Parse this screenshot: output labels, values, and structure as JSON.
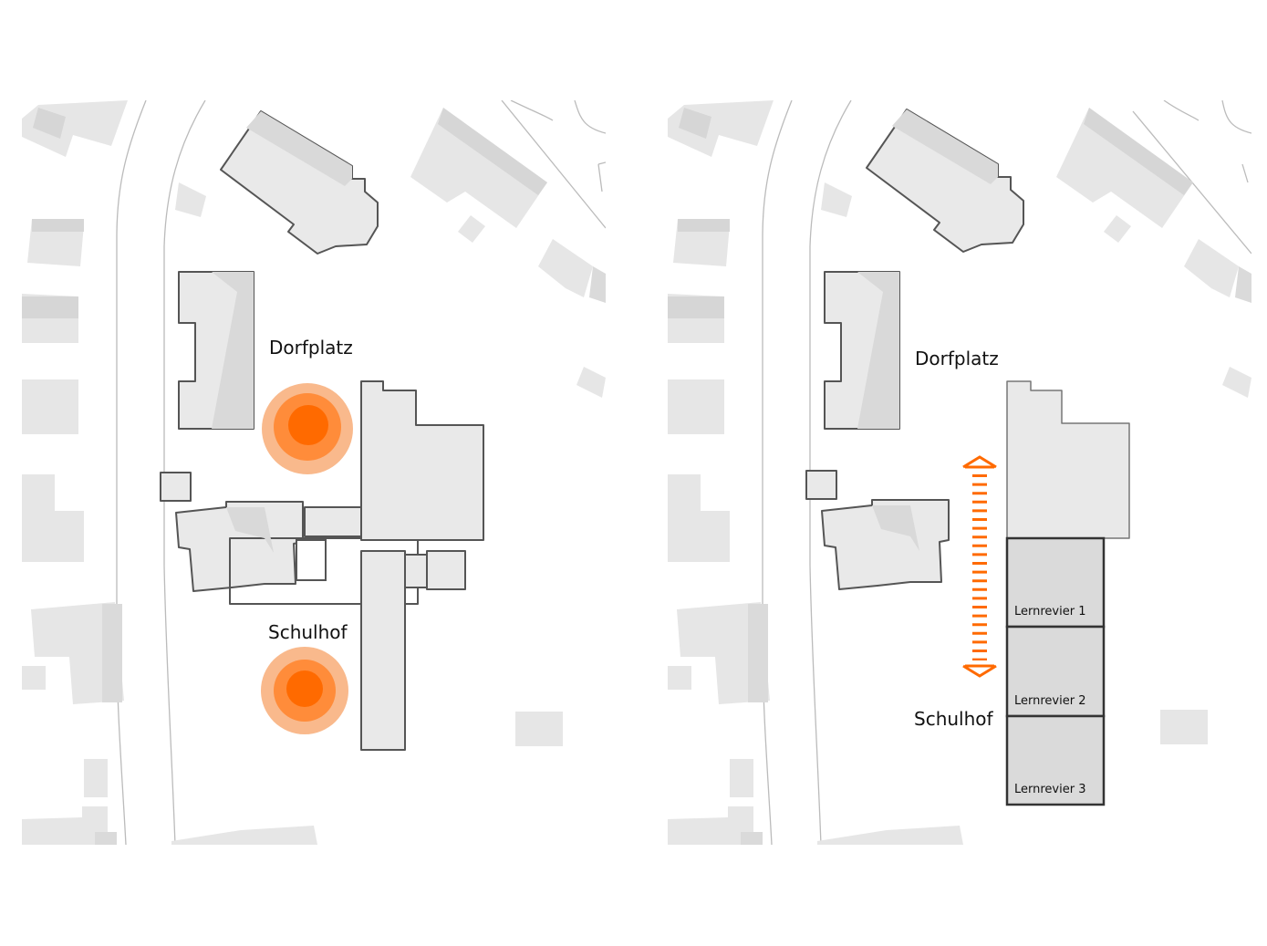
{
  "colors": {
    "background": "#ffffff",
    "context_building": "#e6e6e6",
    "context_roof_shade": "#d6d6d6",
    "focus_building_fill": "#e9e9e9",
    "focus_building_stroke": "#555555",
    "new_building_fill": "#dadada",
    "new_building_stroke": "#333333",
    "road_line": "#bbbbbb",
    "highlight_orange": "#ff6a00",
    "highlight_orange_mid": "#ff8c3a",
    "highlight_orange_light": "#f9b98c"
  },
  "left_panel": {
    "label_dorfplatz": "Dorfplatz",
    "label_schulhof": "Schulhof"
  },
  "right_panel": {
    "label_dorfplatz": "Dorfplatz",
    "label_schulhof": "Schulhof",
    "lernreviere": [
      {
        "label": "Lernrevier 1"
      },
      {
        "label": "Lernrevier 2"
      },
      {
        "label": "Lernrevier 3"
      }
    ]
  }
}
